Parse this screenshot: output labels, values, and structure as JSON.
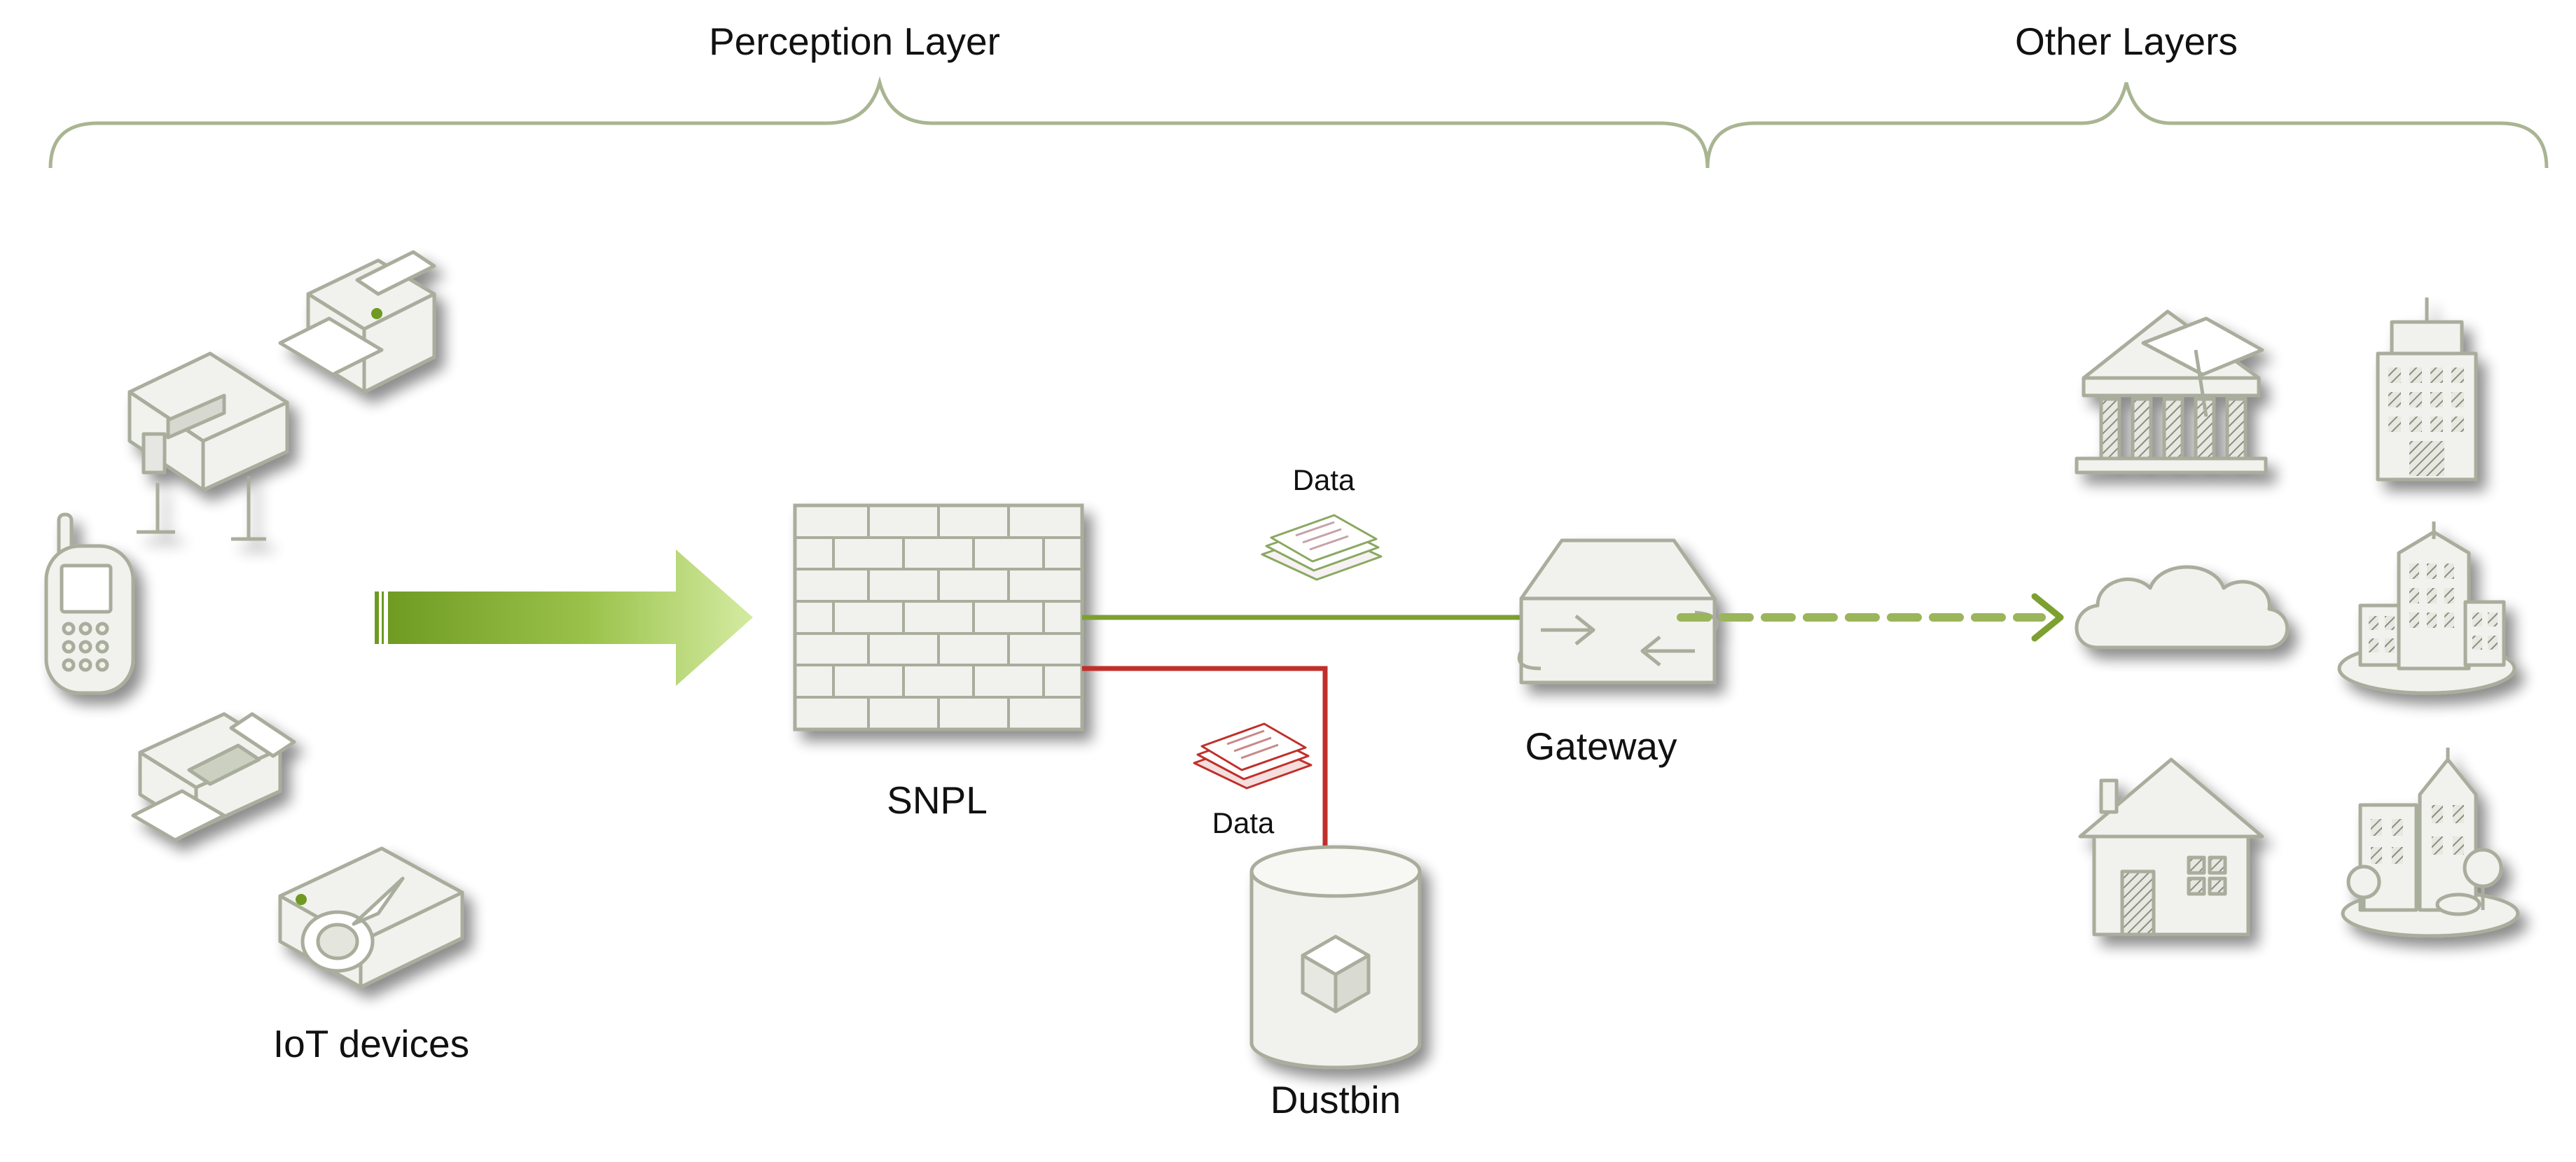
{
  "layers": {
    "perception": "Perception Layer",
    "other": "Other Layers"
  },
  "nodes": {
    "iot_devices": "IoT devices",
    "snpl": "SNPL",
    "gateway": "Gateway",
    "dustbin": "Dustbin"
  },
  "flows": {
    "data_forward": "Data",
    "data_discard": "Data"
  },
  "colors": {
    "accent_green": "#7da030",
    "discard_red": "#c0302a",
    "icon_stroke": "#a9ad9c",
    "icon_fill": "#f1f1ee",
    "brace": "#a9b592"
  },
  "icons": {
    "devices": [
      "printer-icon",
      "plotter-icon",
      "mobile-phone-icon",
      "fax-machine-icon",
      "projector-icon"
    ],
    "destinations": [
      "university-icon",
      "office-tower-icon",
      "cloud-icon",
      "city-buildings-icon",
      "house-icon",
      "town-icon"
    ],
    "infrastructure": [
      "firewall-icon",
      "gateway-router-icon",
      "dustbin-cylinder-icon",
      "data-documents-icon"
    ]
  }
}
